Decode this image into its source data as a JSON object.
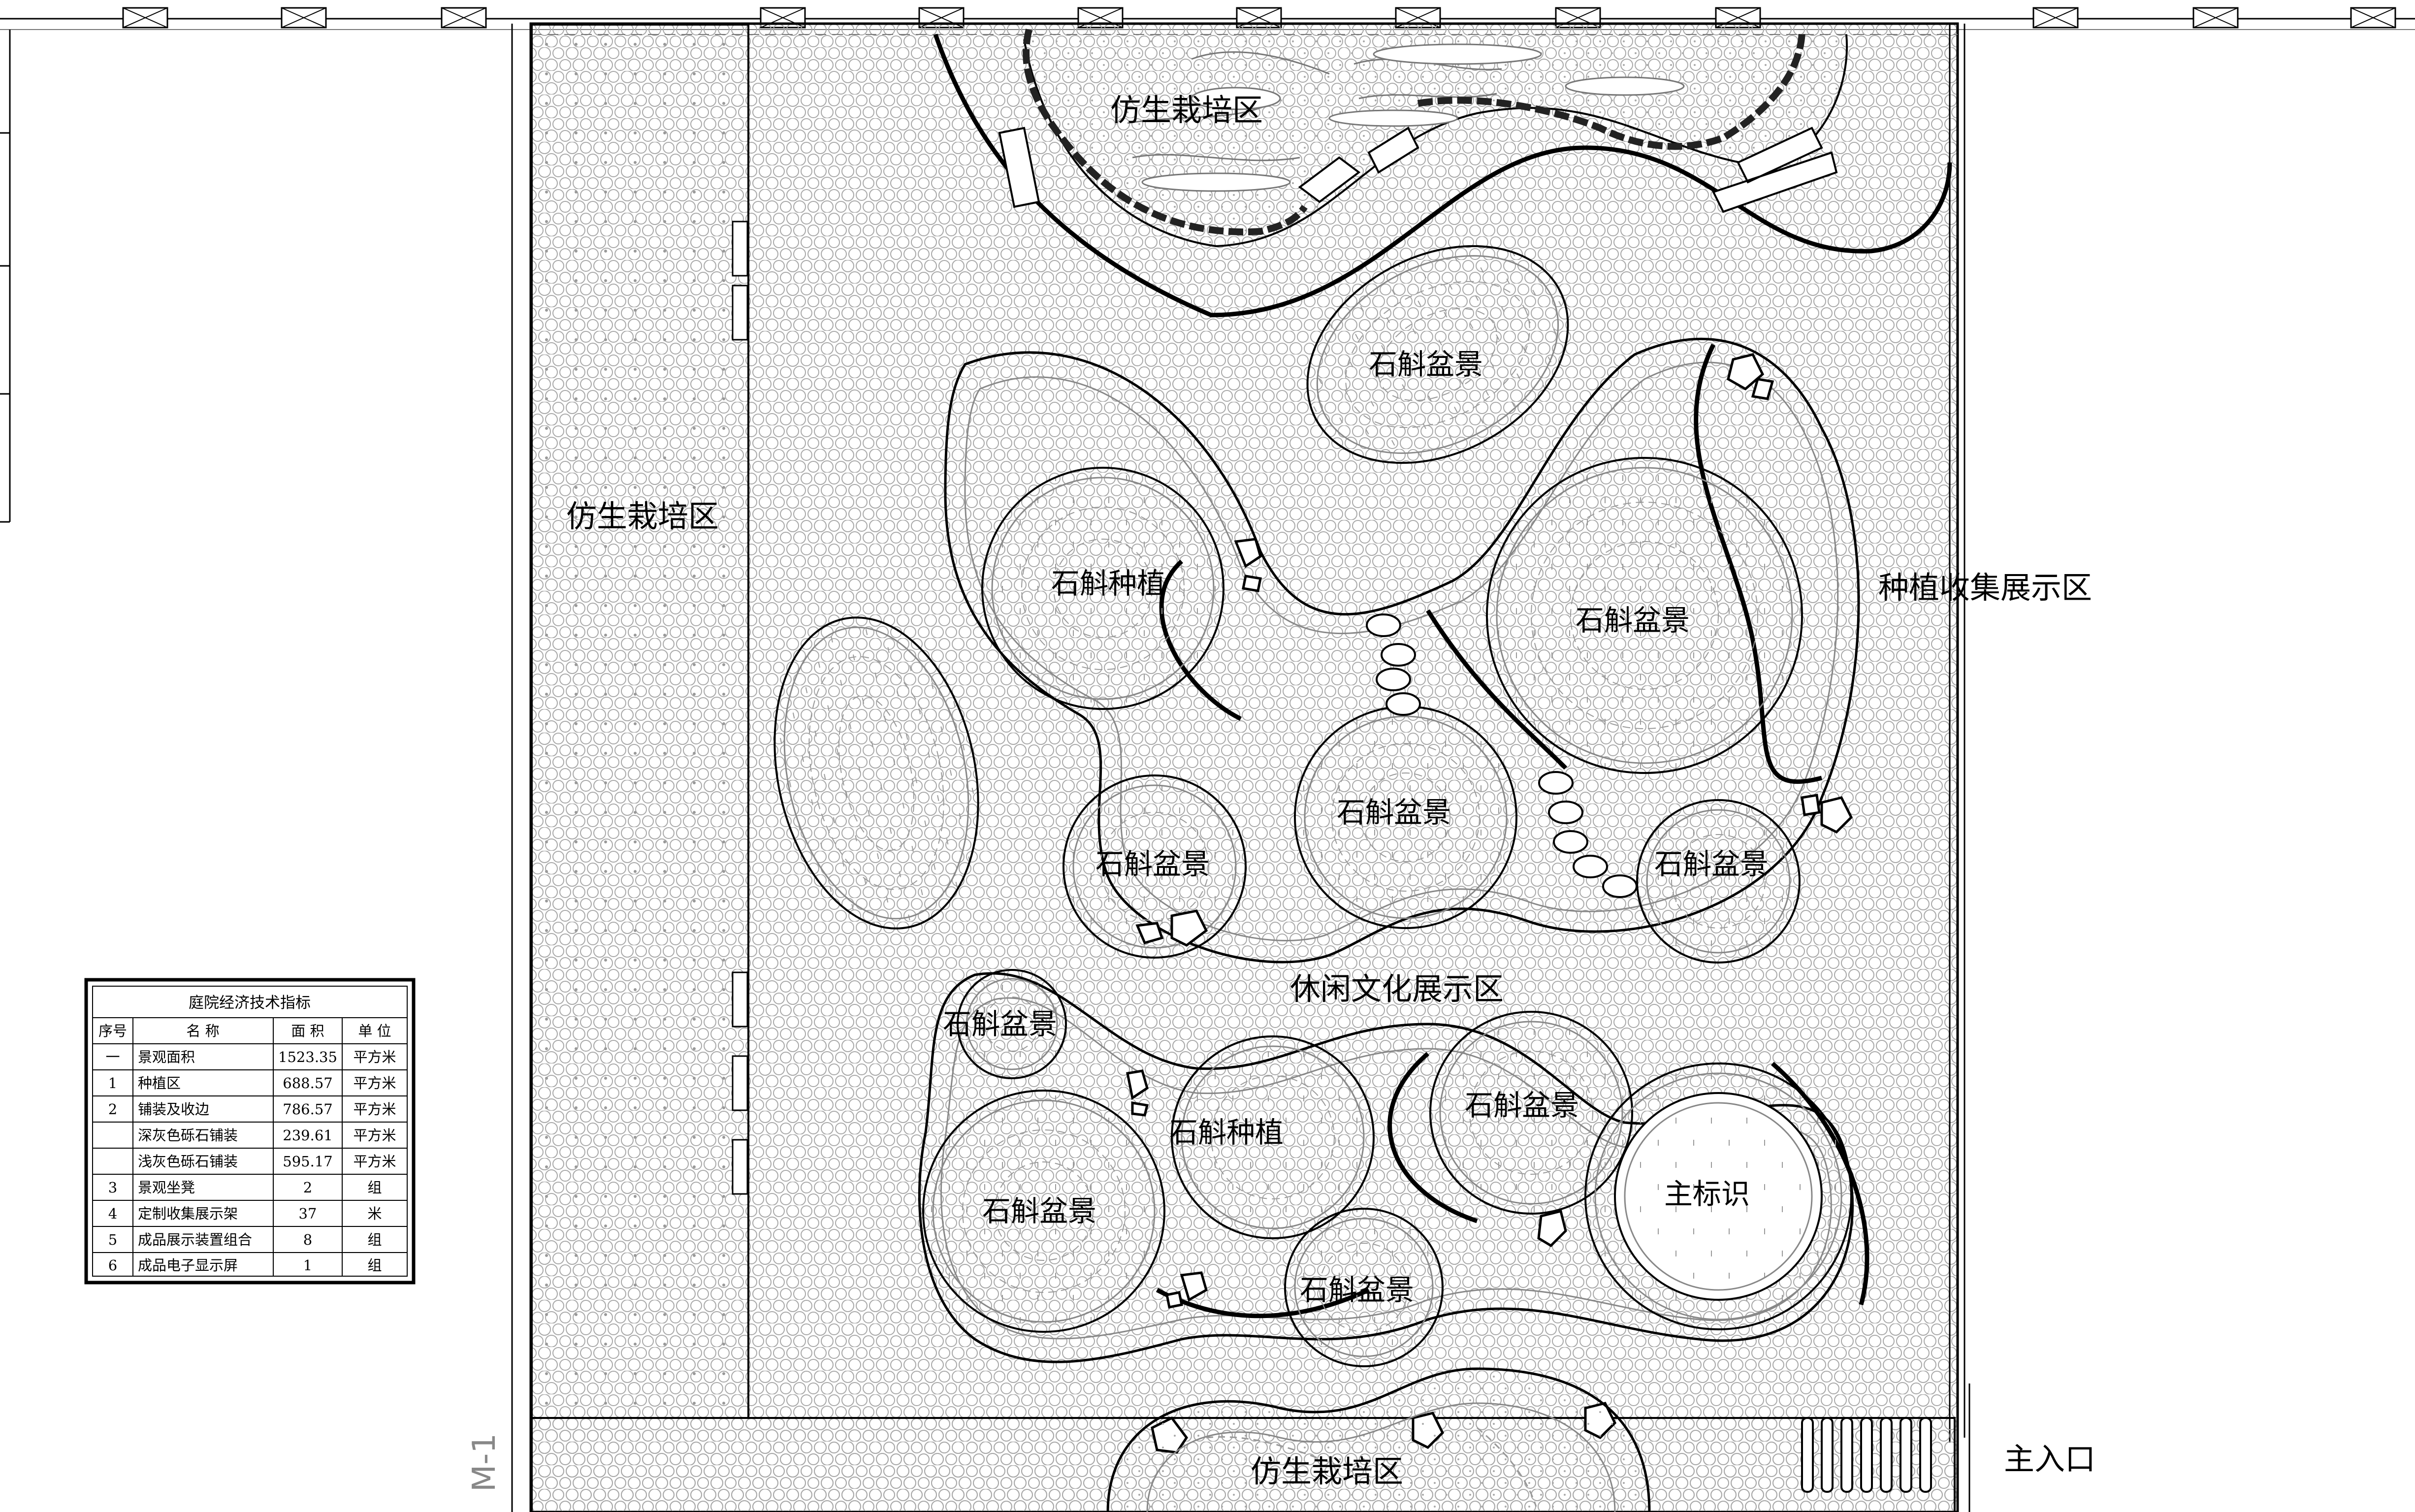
{
  "zones": {
    "bionic_top": "仿生栽培区",
    "bionic_left": "仿生栽培区",
    "bionic_bottom": "仿生栽培区",
    "collection_display": "种植收集展示区",
    "leisure_culture": "休闲文化展示区",
    "main_entrance": "主入口"
  },
  "beds": {
    "bonsai_1": "石斛盆景",
    "planting_1": "石斛种植",
    "bonsai_2": "石斛盆景",
    "bonsai_3": "石斛盆景",
    "bonsai_4": "石斛盆景",
    "bonsai_5": "石斛盆景",
    "bonsai_6": "石斛盆景",
    "planting_2": "石斛种植",
    "bonsai_7": "石斛盆景",
    "bonsai_8": "石斛盆景",
    "main_sign": "主标识",
    "bonsai_9": "石斛盆景"
  },
  "side_mark": "M-1",
  "table": {
    "title": "庭院经济技术指标",
    "headers": [
      "序号",
      "名 称",
      "面 积",
      "单 位"
    ],
    "rows": [
      [
        "一",
        "景观面积",
        "1523.35",
        "平方米"
      ],
      [
        "1",
        "种植区",
        "688.57",
        "平方米"
      ],
      [
        "2",
        "铺装及收边",
        "786.57",
        "平方米"
      ],
      [
        "",
        "深灰色砾石铺装",
        "239.61",
        "平方米"
      ],
      [
        "",
        "浅灰色砾石铺装",
        "595.17",
        "平方米"
      ],
      [
        "3",
        "景观坐凳",
        "2",
        "组"
      ],
      [
        "4",
        "定制收集展示架",
        "37",
        "米"
      ],
      [
        "5",
        "成品展示装置组合",
        "8",
        "组"
      ],
      [
        "6",
        "成品电子显示屏",
        "1",
        "组"
      ]
    ]
  },
  "colors": {
    "line": "#000000",
    "paving_line": "#9a9a9a",
    "background": "#ffffff"
  }
}
